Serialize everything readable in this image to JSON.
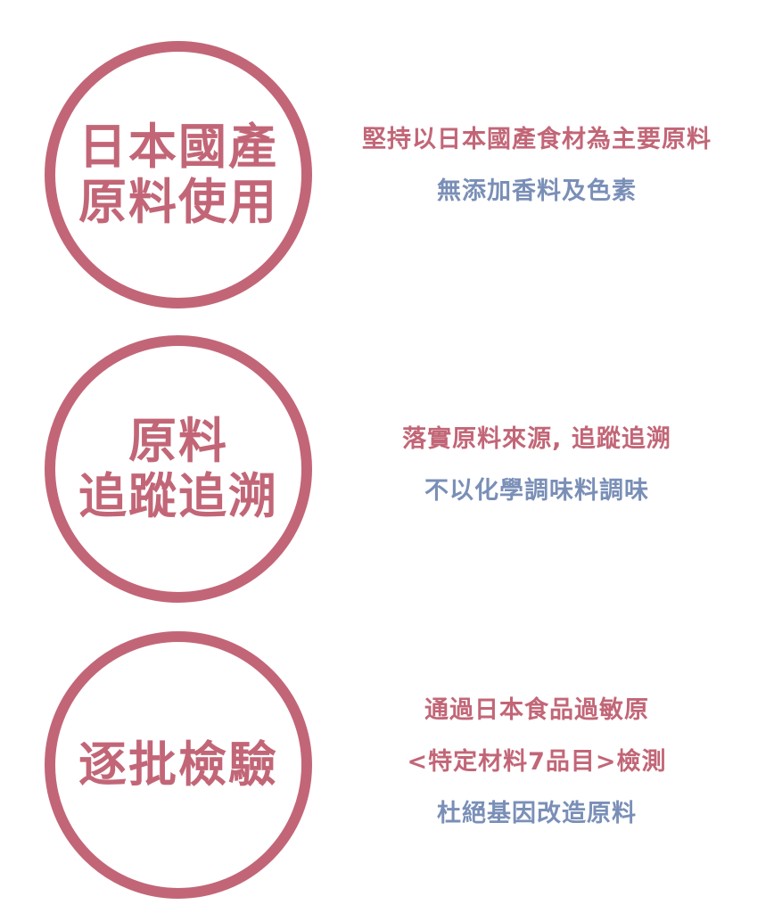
{
  "colors": {
    "accent_pink": "#c26677",
    "accent_blue": "#7a8fb7"
  },
  "features": [
    {
      "badge_lines": [
        "日本國產",
        "原料使用"
      ],
      "lines": [
        {
          "text": "堅持以日本國產食材為主要原料",
          "color": "pink"
        },
        {
          "text": "無添加香料及色素",
          "color": "blue"
        }
      ]
    },
    {
      "badge_lines": [
        "原料",
        "追蹤追溯"
      ],
      "lines": [
        {
          "text": "落實原料來源, 追蹤追溯",
          "color": "pink"
        },
        {
          "text": "不以化學調味料調味",
          "color": "blue"
        }
      ]
    },
    {
      "badge_lines": [
        "逐批檢驗"
      ],
      "lines": [
        {
          "text": "通過日本食品過敏原",
          "color": "pink"
        },
        {
          "text": "<特定材料7品目>檢測",
          "color": "pink"
        },
        {
          "text": "杜絕基因改造原料",
          "color": "blue"
        }
      ]
    }
  ]
}
